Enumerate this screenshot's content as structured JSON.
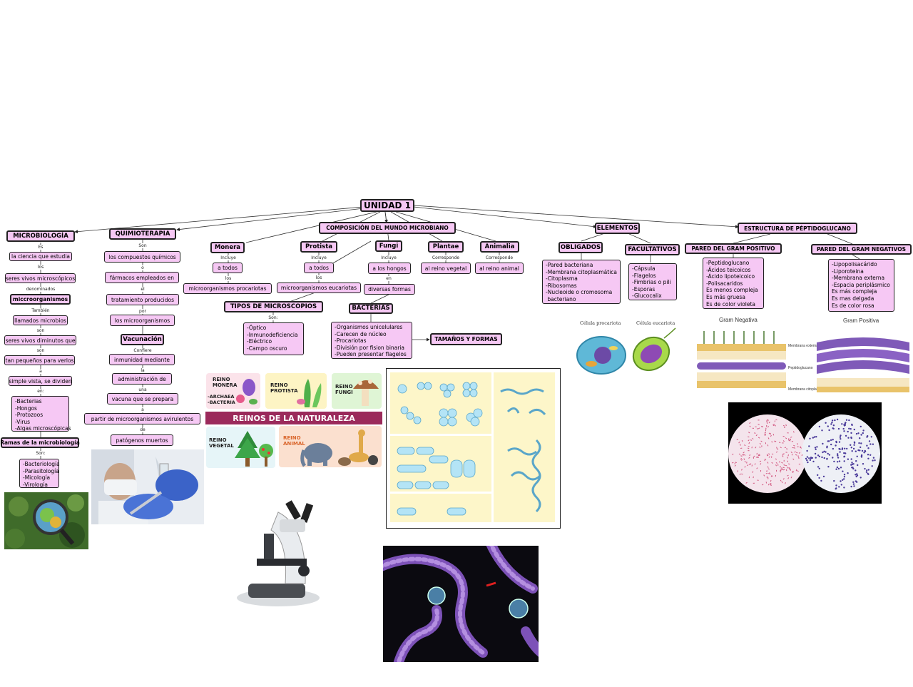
{
  "root": "UNIDAD 1",
  "microbiologia": {
    "title": "MICROBIOLOGÍA",
    "c1": "Es",
    "n1": "la ciencia que estudia",
    "c2": "los",
    "n2": "seres vivos microscópicos",
    "c3": "denominados",
    "n3": "miccroorganismos",
    "c4": "También",
    "n4": "llamados microbios",
    "c5": "son",
    "n5": "seres vivos diminutos que",
    "c6": "son",
    "n6": "tan pequeños para verlos",
    "c7": "a",
    "n7": "simple vista, se dividen",
    "c8": "en:",
    "n8": "-Bacterias\n-Hongos\n-Protozoos\n-Virus\n-Algas microscópicas",
    "ramas": "Ramas de la microbiología",
    "c9": "Son:",
    "n9": "-Bacteriología\n-Parasitología\n-Micología\n-Virología"
  },
  "quimioterapia": {
    "title": "QUIMIOTERAPIA",
    "c1": "Son",
    "n1": "los compuestos químicos",
    "c2": "o",
    "n2": "fármacos empleados en",
    "c3": "el",
    "n3": "tratamiento producidos",
    "c4": "por",
    "n4": "los microorganismos",
    "vacunacion": "Vacunación",
    "c5": "Confiere",
    "n5": "inmunidad mediante",
    "c6": "la",
    "n6": "administración de",
    "c7": "una",
    "n7": "vacuna que se prepara",
    "c8": "a",
    "n8": "partir de microorganismos avirulentos",
    "c9": "de",
    "n9": "patógenos muertos"
  },
  "composicion": {
    "title": "COMPOSICIÓN DEL MUNDO MICROBIANO",
    "monera": {
      "title": "Monera",
      "c1": "Incluye",
      "n1": "a todos",
      "c2": "los",
      "n2": "microorganismos procariotas"
    },
    "protista": {
      "title": "Protista",
      "c1": "Incluye",
      "n1": "a todos",
      "c2": "los",
      "n2": "microorganismos eucariotas"
    },
    "fungi": {
      "title": "Fungi",
      "c1": "Incluye",
      "n1": "a los hongos",
      "c2": "en",
      "n2": "diversas formas"
    },
    "plantae": {
      "title": "Plantae",
      "c1": "Corresponde",
      "n1": "al reino vegetal"
    },
    "animalia": {
      "title": "Animalia",
      "c1": "Corresponde",
      "n1": "al reino animal"
    },
    "microscopios": {
      "title": "TIPOS DE MICROSCOPIOS",
      "c1": "Son:",
      "n1": "-Óptico\n-Inmunodeficiencia\n-Eléctrico\n-Campo oscuro"
    },
    "bacterias": {
      "title": "BACTERIAS",
      "n1": "-Organismos unicelulares\n-Carecen de núcleo\n-Procariotas\n-División por fision binaria\n-Pueden presentar flagelos",
      "formas": "TAMAÑOS Y FORMAS"
    }
  },
  "elementos": {
    "title": "ELEMENTOS",
    "obligados": {
      "title": "OBLIGADOS",
      "n1": "-Pared bacteriana\n-Membrana citoplasmática\n-Citoplasma\n-Ribosomas\n-Nucleoide o cromosoma\n bacteriano"
    },
    "facultativos": {
      "title": "FACULTATIVOS",
      "n1": "-Cápsula\n-Flagelos\n-Fimbrias o pili\n-Esporas\n-Glucocalix"
    },
    "cell_captions": [
      "Célula procariota",
      "Célula eucariota"
    ]
  },
  "peptidoglucano": {
    "title": "ESTRUCTURA DE PÉPTIDOGLUCANO",
    "positivo": {
      "title": "PARED DEL GRAM POSITIVO",
      "n1": "-Peptidoglucano\n-Ácidos teicoicos\n-Ácido lipoteicoico\n-Polisacaridos\nEs menos compleja\nEs más gruesa\nEs de color violeta"
    },
    "negativo": {
      "title": "PARED DEL GRAM NEGATIVOS",
      "n1": "-Lipopolisacárido\n-Liporoteina\n-Membrana externa\n-Espacia periplásmico\nEs más compleja\nEs mas delgada\nEs de color rosa"
    },
    "captions": [
      "Gram Negativa",
      "Gram Positiva"
    ],
    "layer_labels": [
      "Membrana externa",
      "Peptidoglucano",
      "Membrana citoplasmática"
    ]
  },
  "reinos": {
    "banner": "REINOS DE LA NATURALEZA",
    "monera": "REINO\nMONERA",
    "monera_sub": "-ARCHAEA\n-BACTERIA",
    "protista": "REINO\nPROTISTA",
    "fungi": "REINO\nFUNGI",
    "vegetal": "REINO\nVEGETAL",
    "animal": "REINO\nANIMAL"
  },
  "colors": {
    "node_fill": "#f6c8f4",
    "border": "#222222",
    "banner": "#9b2a5b"
  }
}
